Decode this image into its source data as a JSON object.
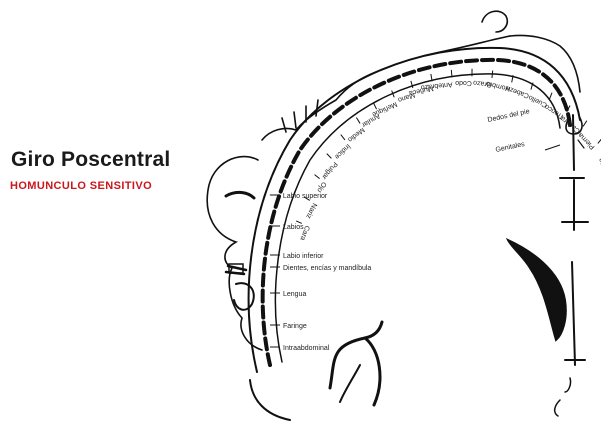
{
  "title": "Giro Poscentral",
  "subtitle": "HOMUNCULO SENSITIVO",
  "colors": {
    "subtitle": "#c8171d",
    "ink": "#111111"
  },
  "labels": {
    "lateral": [
      "Labio superior",
      "Labios",
      "Labio inferior",
      "Dientes, encías y mandíbula",
      "Lengua",
      "Faringe",
      "Intraabdominal"
    ],
    "arc": [
      "Cara",
      "Nariz",
      "Ojo",
      "Pulgar",
      "Índice",
      "Medio",
      "Anular",
      "Meñique",
      "Mano",
      "Muñeca",
      "Antebrazo",
      "Codo",
      "Brazo",
      "Hombro",
      "Cabeza",
      "Cuello",
      "Tronco",
      "Cadera",
      "Pierna",
      "Pie"
    ],
    "medial": [
      "Dedos del pie",
      "Genitales"
    ]
  }
}
